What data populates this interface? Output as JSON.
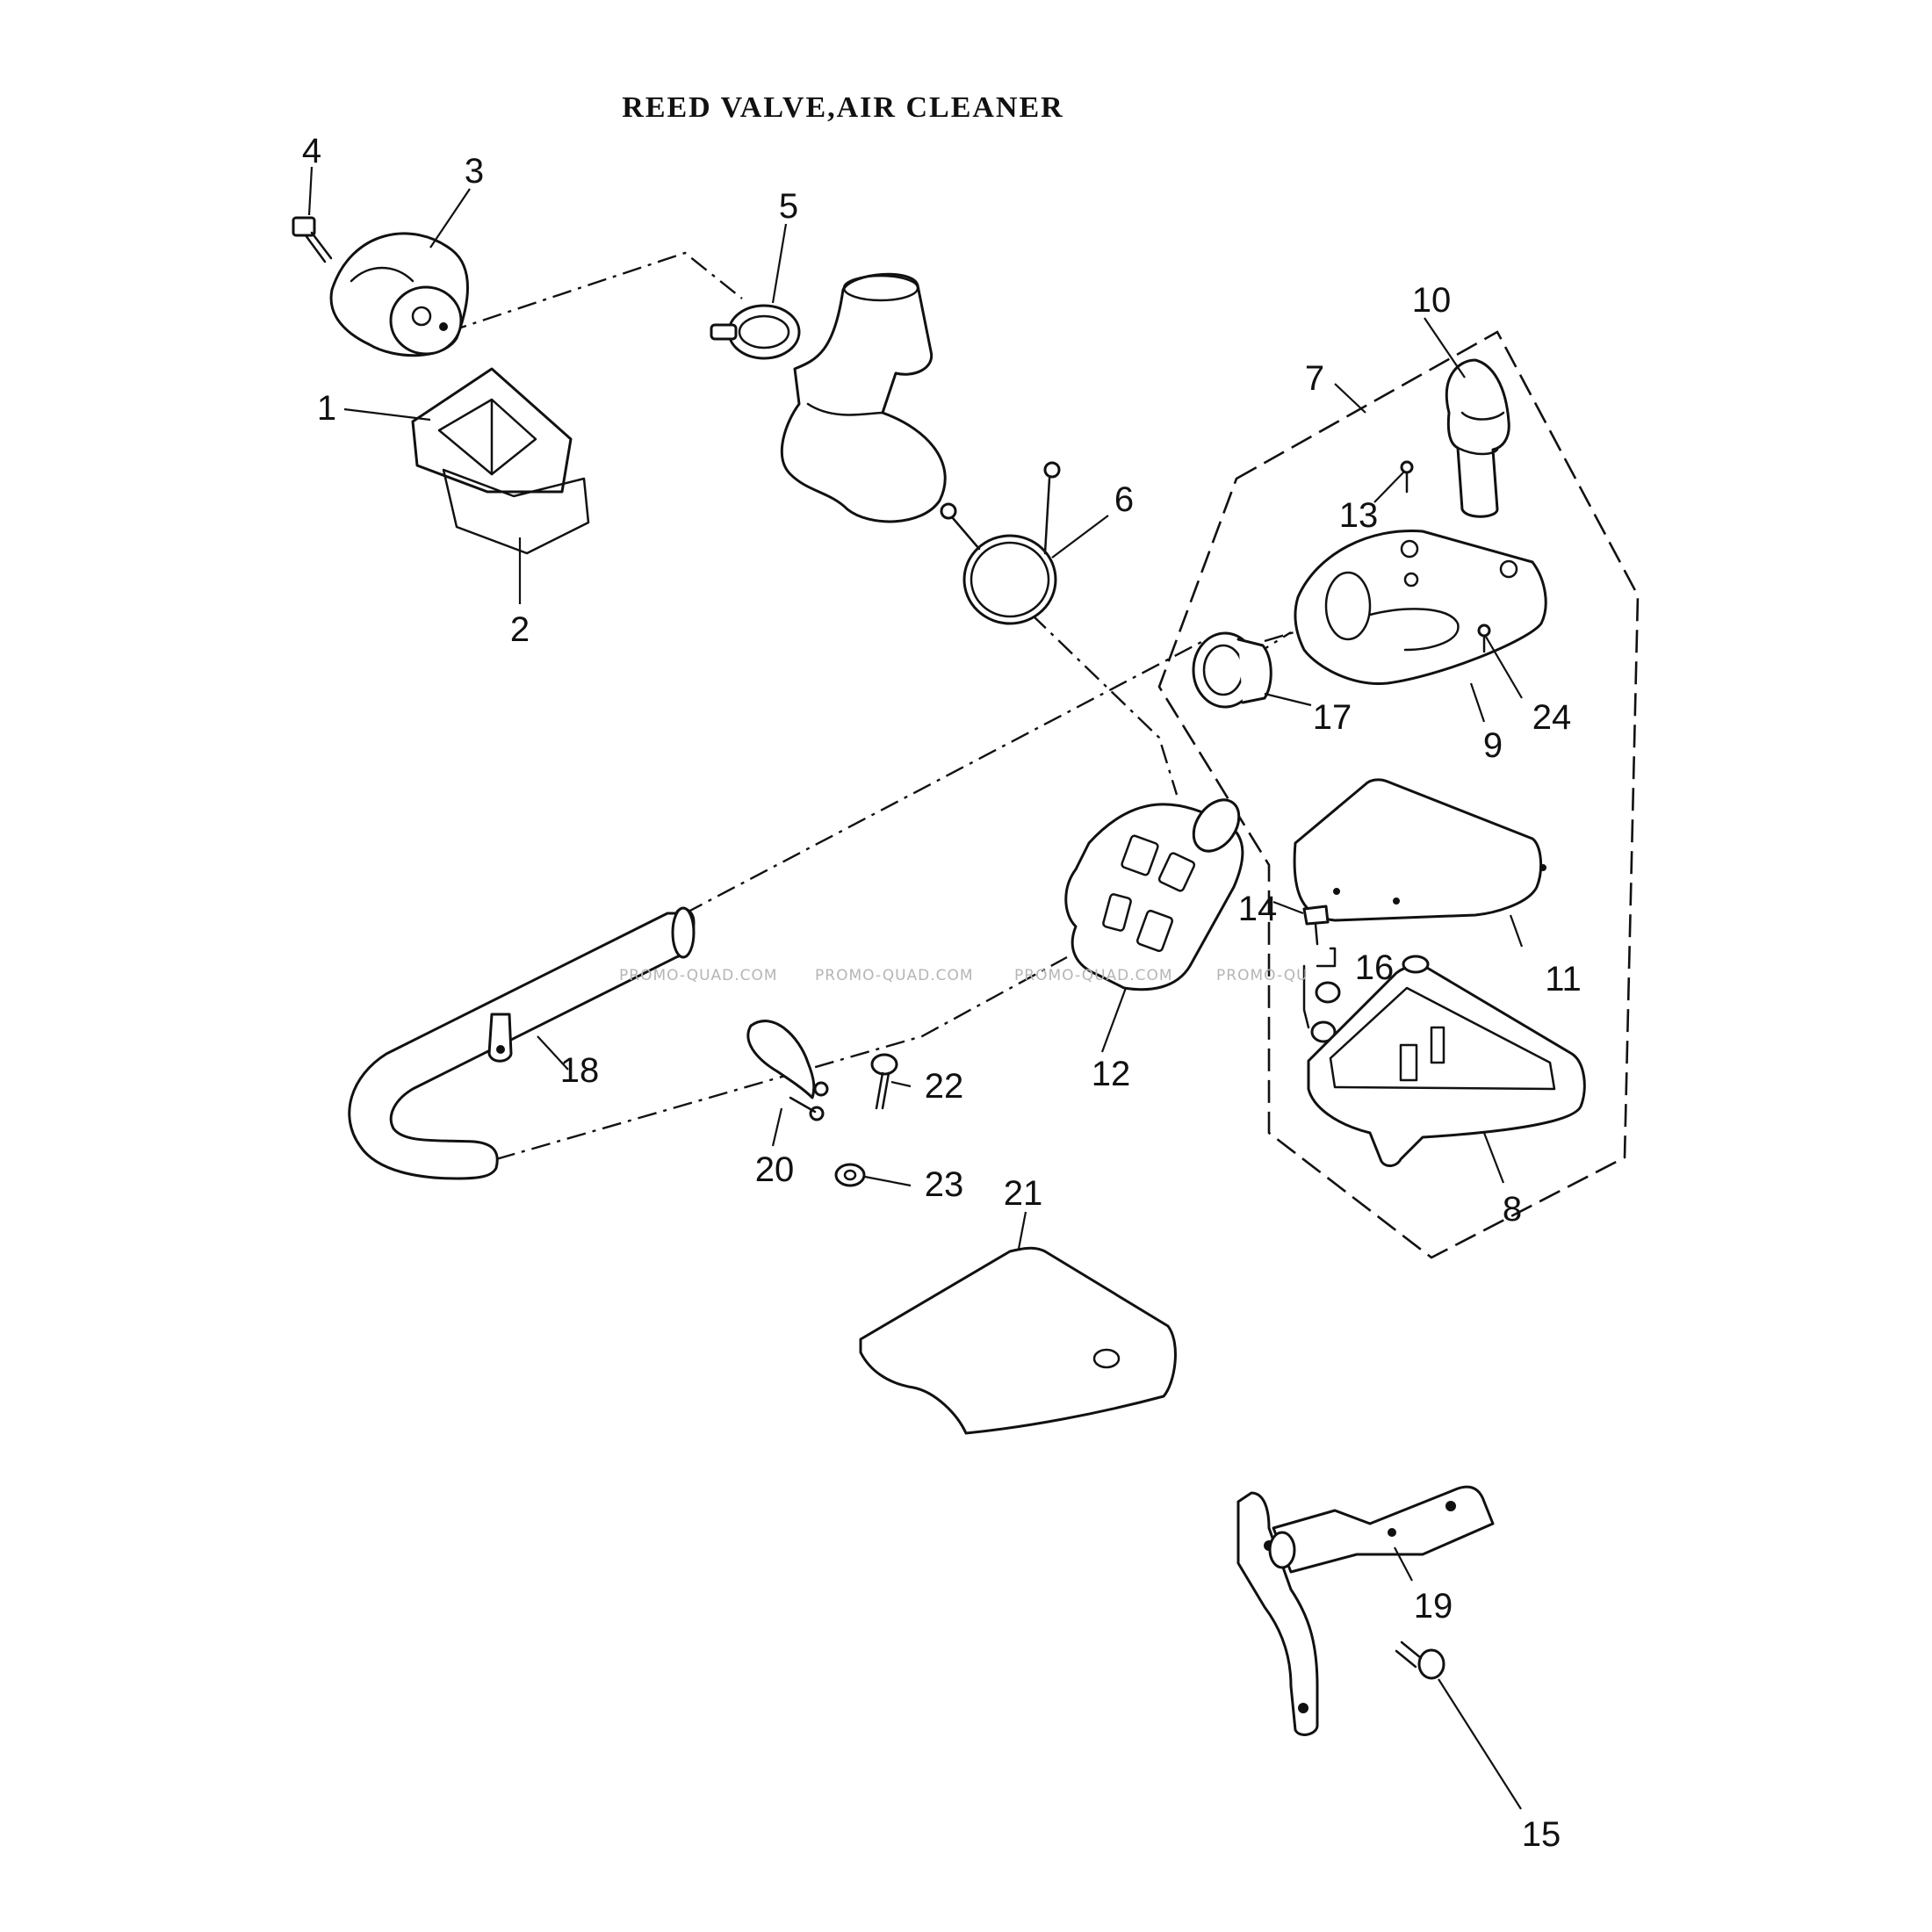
{
  "title": "REED VALVE,AIR CLEANER",
  "watermark": "PROMO-QUAD.COM",
  "watermark_truncated": "PROMO-QU",
  "callouts": {
    "c1": "1",
    "c2": "2",
    "c3": "3",
    "c4": "4",
    "c5": "5",
    "c6": "6",
    "c7": "7",
    "c8": "8",
    "c9": "9",
    "c10": "10",
    "c11": "11",
    "c12": "12",
    "c13": "13",
    "c14": "14",
    "c15": "15",
    "c16": "16",
    "c17": "17",
    "c18": "18",
    "c19": "19",
    "c20": "20",
    "c21": "21",
    "c22": "22",
    "c23": "23",
    "c24": "24"
  }
}
